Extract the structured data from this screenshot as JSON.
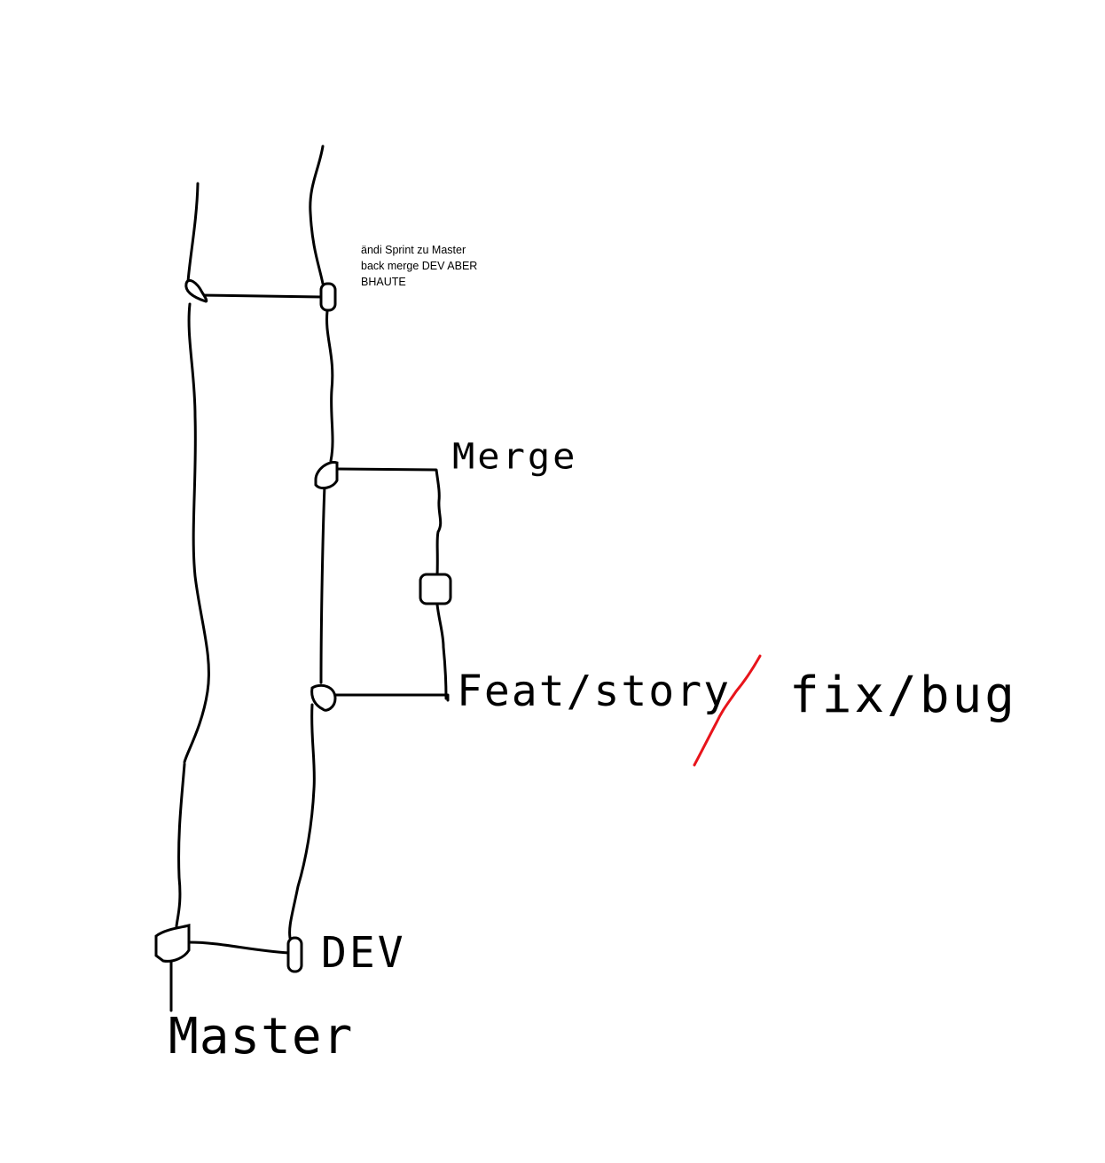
{
  "note": {
    "lines": [
      "ändi Sprint zu Master",
      "back merge DEV ABER",
      "BHAUTE"
    ]
  },
  "labels": {
    "merge": "Merge",
    "feat_story": "Feat/story",
    "fix_bug": "fix/bug",
    "dev": "DEV",
    "master": "Master"
  },
  "colors": {
    "ink": "#000000",
    "separator": "#e8141b",
    "background": "#ffffff"
  }
}
